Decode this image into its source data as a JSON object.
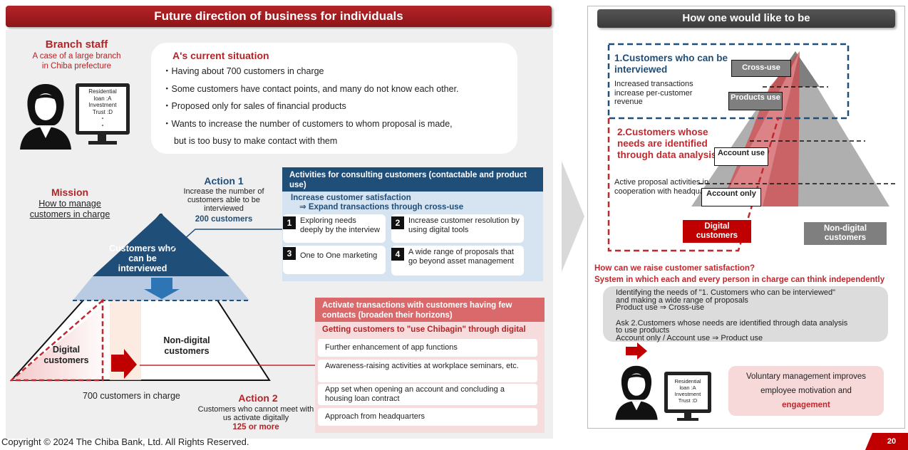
{
  "left": {
    "title": "Future direction of business for individuals",
    "branch_staff": {
      "title": "Branch staff",
      "subtitle1": "A case of a large branch",
      "subtitle2": "in Chiba prefecture"
    },
    "monitor_lines": [
      "Residential",
      "loan :A",
      "Investment",
      "Trust :D",
      "・",
      "・"
    ],
    "situation": {
      "title": "A's current situation",
      "items": [
        "・Having about 700 customers in charge",
        "・Some customers have contact points, and many do not know each other.",
        "・Proposed only for sales of financial products",
        "・Wants to increase the number of customers to whom proposal is made,",
        "but is too busy to make contact with them"
      ]
    },
    "mission": {
      "title": "Mission",
      "line1": "How to manage",
      "line2": "customers in charge"
    },
    "pyramid": {
      "top_label": "Customers who can be interviewed",
      "digital": "Digital customers",
      "non_digital": "Non-digital customers",
      "total": "700 customers in charge"
    },
    "action1": {
      "title": "Action 1",
      "desc": "Increase the number of customers able to be interviewed",
      "target": "200 customers"
    },
    "action2": {
      "title": "Action 2",
      "desc": "Customers who cannot meet with us activate digitally",
      "target": "125 or more"
    },
    "consulting": {
      "header": "Activities for consulting customers (contactable and product use)",
      "sub1": "Increase customer satisfaction",
      "sub2": "⇒ Expand transactions through cross-use",
      "items": [
        {
          "num": "1",
          "text": "Exploring needs deeply by the interview"
        },
        {
          "num": "2",
          "text": "Increase customer resolution by using digital tools"
        },
        {
          "num": "3",
          "text": "One to One marketing"
        },
        {
          "num": "4",
          "text": "A wide range of proposals that go beyond asset management"
        }
      ]
    },
    "activate": {
      "header": "Activate transactions with customers having few contacts (broaden their horizons)",
      "sub": "Getting customers to \"use Chibagin\" through digital",
      "items": [
        "Further enhancement of app functions",
        "Awareness-raising activities at workplace seminars, etc.",
        "App set when opening an account and concluding a housing loan contract",
        "Approach from headquarters"
      ]
    }
  },
  "right": {
    "title": "How one would like to be",
    "group1": {
      "title": "1.Customers who can be interviewed",
      "desc": "Increased transactions increase per-customer revenue"
    },
    "group2": {
      "title": "2.Customers whose needs are identified through data analysis",
      "desc": "Active proposal activities in cooperation with headquarters"
    },
    "levels": [
      "Cross-use",
      "Products use",
      "Account use",
      "Account only"
    ],
    "digital_label": "Digital customers",
    "non_digital_label": "Non-digital customers",
    "question": "How can we raise customer satisfaction?",
    "system": "System in which each and every person in charge can think independently",
    "box": {
      "p1a": "Identifying the needs of \"1. Customers who can be interviewed\"",
      "p1b": "and making a wide range of proposals",
      "p1c": "Product use ⇒ Cross-use",
      "p2a": "Ask 2.Customers whose needs are identified through data analysis",
      "p2b": "to use products",
      "p2c": "Account only / Account use ⇒ Product use"
    },
    "monitor_lines": [
      "Residential",
      "loan :A",
      "Investment",
      "Trust :D"
    ],
    "voluntary": {
      "line1": "Voluntary management improves",
      "line2": "employee motivation and",
      "line3": "engagement"
    }
  },
  "footer": {
    "copyright": "Copyright © 2024 The Chiba Bank, Ltd. All Rights Reserved.",
    "page": "20"
  },
  "colors": {
    "brand_red": "#b32428",
    "navy": "#1f4e79",
    "pink": "#d9696b"
  }
}
